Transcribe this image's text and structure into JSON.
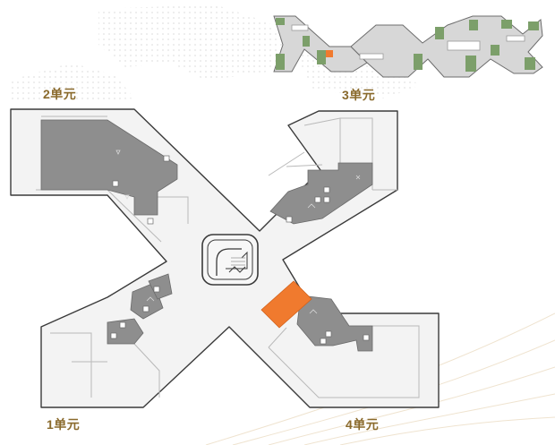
{
  "units": {
    "unit1": "1单元",
    "unit2": "2单元",
    "unit3": "3单元",
    "unit4": "4单元"
  },
  "colors": {
    "background": "#ffffff",
    "floor": "#f3f3f3",
    "outline": "#3a3a3a",
    "core": "#8e8e8e",
    "highlight": "#f07a2e",
    "label": "#8a6a2c",
    "keyplan_green": "#7c9f6a"
  },
  "icons": [
    "elevator-icon",
    "stair-icon",
    "shaft-icon"
  ],
  "highlight_unit": "4单元"
}
